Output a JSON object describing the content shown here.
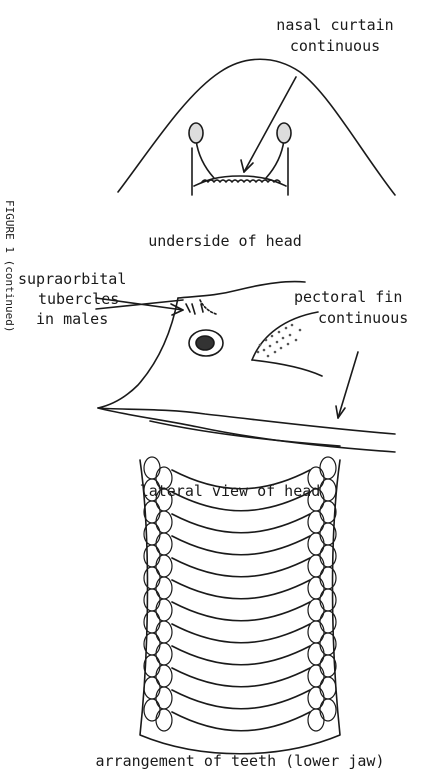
{
  "labels": {
    "nasal_curtain_line1": "nasal curtain",
    "nasal_curtain_line2": "continuous",
    "underside": "underside of head",
    "supraorbital_line1": "supraorbital",
    "supraorbital_line2": "tubercles",
    "supraorbital_line3": "in males",
    "pectoral_line1": "pectoral fin",
    "pectoral_line2": "continuous",
    "lateral": "lateral view of head",
    "teeth": "arrangement of teeth (lower jaw)"
  },
  "side_text": "FIGURE 1 (continued)"
}
